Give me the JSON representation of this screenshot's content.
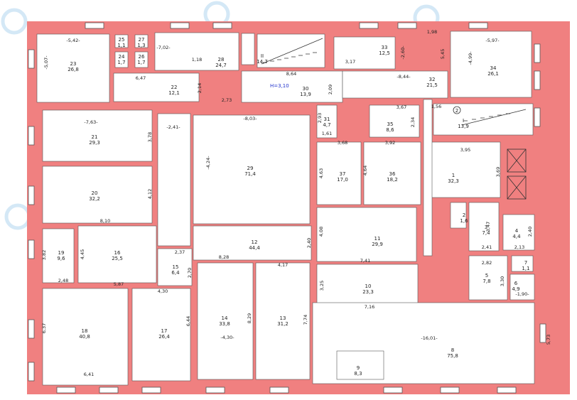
{
  "colors": {
    "wall": "#f08080",
    "room": "#ffffff",
    "line": "#555555",
    "text": "#222222",
    "note": "#2233cc",
    "watermark": "#cfe6f5"
  },
  "height_note": "H=3,10",
  "rooms": [
    {
      "num": "23",
      "area": "26,8"
    },
    {
      "num": "25",
      "area": "1,1"
    },
    {
      "num": "27",
      "area": "1,3"
    },
    {
      "num": "24",
      "area": "1,7"
    },
    {
      "num": "26",
      "area": "1,7"
    },
    {
      "num": "22",
      "area": "12,1"
    },
    {
      "num": "28",
      "area": "24,7"
    },
    {
      "num": "II",
      "area": "14,7"
    },
    {
      "num": "30",
      "area": "13,9"
    },
    {
      "num": "33",
      "area": "12,5"
    },
    {
      "num": "32",
      "area": "21,5"
    },
    {
      "num": "34",
      "area": "26,1"
    },
    {
      "num": "I",
      "area": "13,9"
    },
    {
      "num": "21",
      "area": "29,3"
    },
    {
      "num": "31",
      "area": "4,7"
    },
    {
      "num": "35",
      "area": "8,6"
    },
    {
      "num": "29",
      "area": "71,4"
    },
    {
      "num": "37",
      "area": "17,0"
    },
    {
      "num": "36",
      "area": "18,2"
    },
    {
      "num": "1",
      "area": "32,3"
    },
    {
      "num": "20",
      "area": "32,2"
    },
    {
      "num": "2",
      "area": "1,6"
    },
    {
      "num": "3",
      "area": "7,4"
    },
    {
      "num": "4",
      "area": "4,4"
    },
    {
      "num": "11",
      "area": "29,9"
    },
    {
      "num": "12",
      "area": "44,4"
    },
    {
      "num": "19",
      "area": "9,6"
    },
    {
      "num": "16",
      "area": "25,5"
    },
    {
      "num": "15",
      "area": "6,4"
    },
    {
      "num": "10",
      "area": "23,3"
    },
    {
      "num": "5",
      "area": "7,8"
    },
    {
      "num": "7",
      "area": "1,1"
    },
    {
      "num": "6",
      "area": "4,9"
    },
    {
      "num": "18",
      "area": "40,8"
    },
    {
      "num": "17",
      "area": "26,4"
    },
    {
      "num": "14",
      "area": "33,8"
    },
    {
      "num": "13",
      "area": "31,2"
    },
    {
      "num": "8",
      "area": "75,8"
    },
    {
      "num": "9",
      "area": "8,3"
    }
  ],
  "dims": [
    "-5,42-",
    "-5,07-",
    "-7,02-",
    "1,18",
    "6,47",
    "2,14",
    "2,73",
    "8,64",
    "2,09",
    "3,17",
    "-2,60-",
    "1,98",
    "5,45",
    "-5,97-",
    "-4,99-",
    "-8,44-",
    "1,56",
    "-7,63-",
    "3,78",
    "-2,41-",
    "-8,03-",
    "-4,24-",
    "2,93",
    "1,61",
    "3,67",
    "2,34",
    "3,68",
    "3,92",
    "3,95",
    "4,63",
    "4,64",
    "3,69",
    "4,12",
    "8,10",
    "3,47",
    "2,40",
    "4,08",
    "2,41",
    "2,13",
    "3,82",
    "4,45",
    "2,37",
    "2,70",
    "8,28",
    "2,40",
    "4,17",
    "7,41",
    "2,82",
    "2,48",
    "5,87",
    "4,30",
    "3,25",
    "3,30",
    "-1,90-",
    "7,16",
    "6,37",
    "6,44",
    "-4,30-",
    "8,29",
    "7,74",
    "-16,01-",
    "5,73",
    "6,41"
  ]
}
